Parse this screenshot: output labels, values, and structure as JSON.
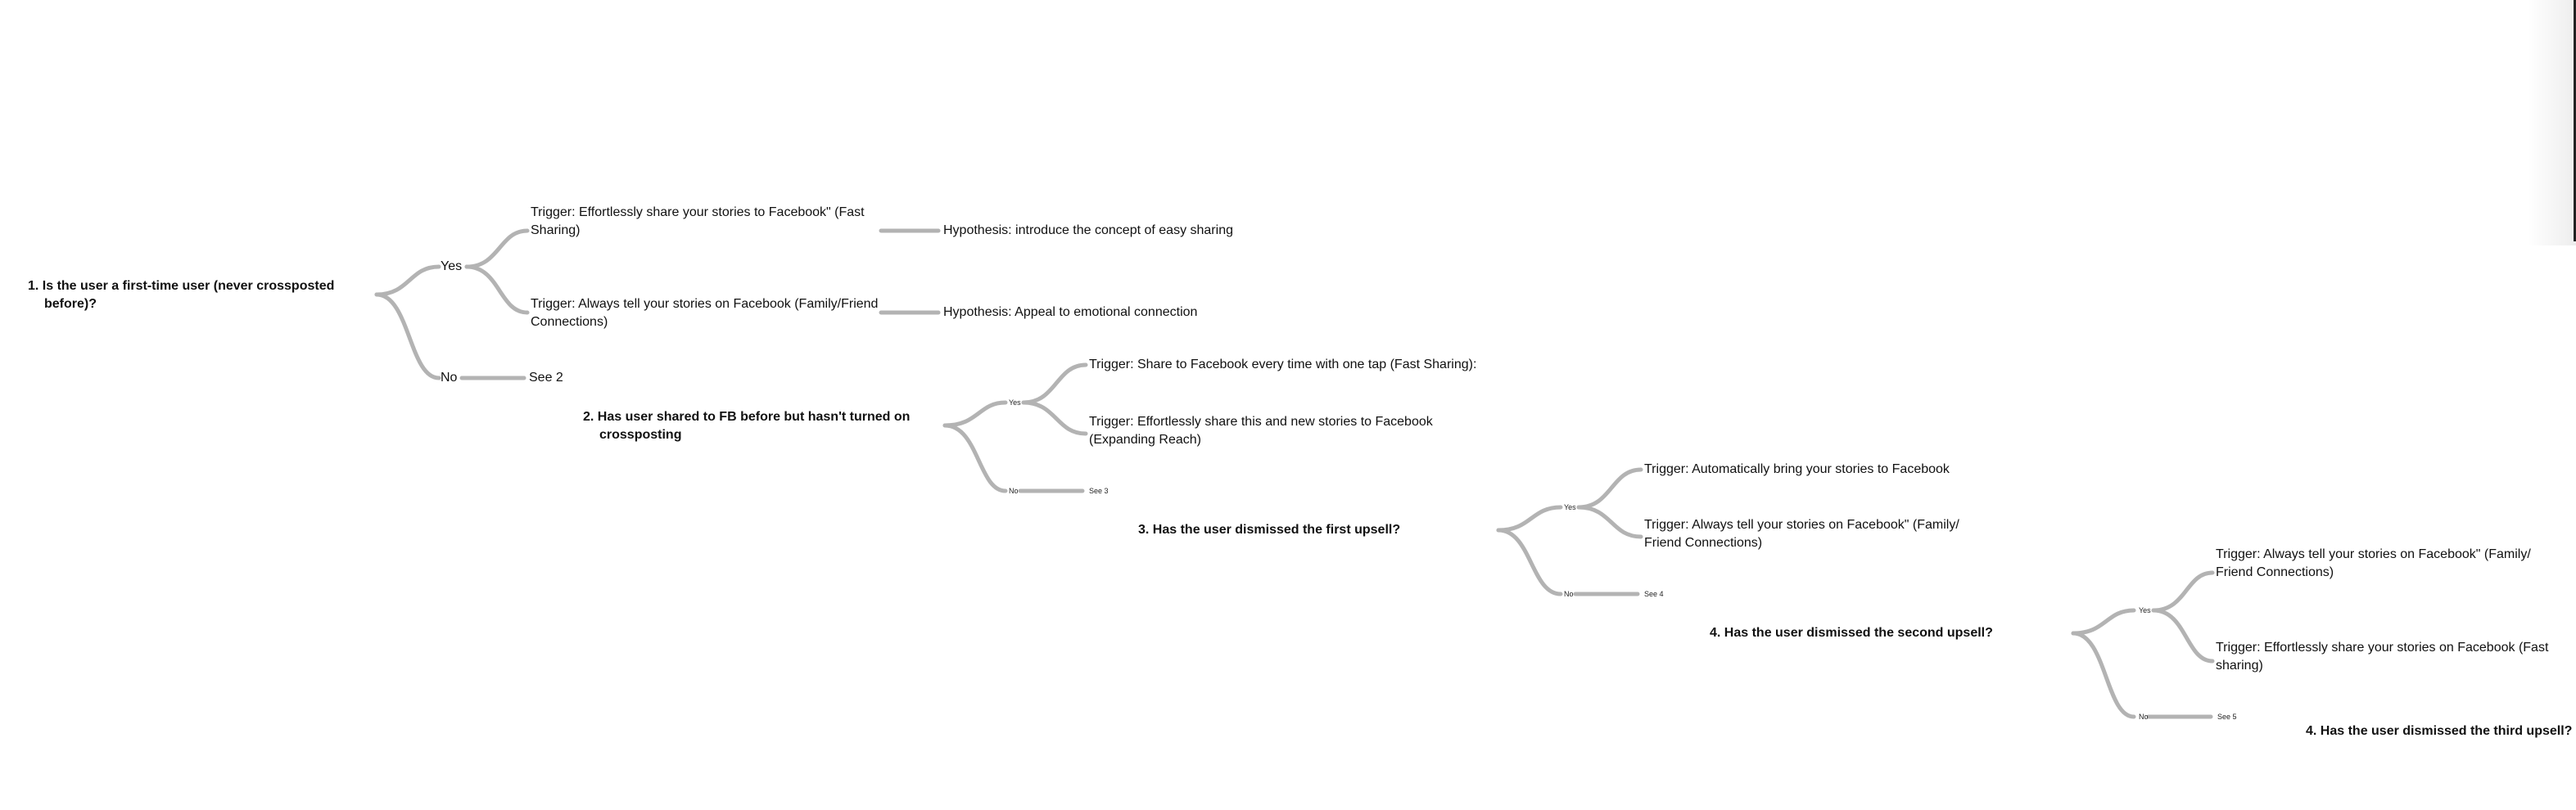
{
  "trees": [
    {
      "question": "1. Is the user a first-time user (never crossposted before)?",
      "yes_label": "Yes",
      "no_label": "No",
      "yes_triggers": [
        "Trigger: Effortlessly share your stories to Facebook\" (Fast Sharing)",
        "Trigger: Always tell your stories on Facebook (Family/Friend Connections)"
      ],
      "hypotheses": [
        "Hypothesis: introduce the concept of easy sharing",
        "Hypothesis: Appeal to emotional connection"
      ],
      "no_target": "See 2"
    },
    {
      "question": "2. Has user shared to FB before but hasn't turned on crossposting",
      "yes_label": "Yes",
      "no_label": "No",
      "yes_triggers": [
        "Trigger: Share to Facebook every time with one tap (Fast Sharing):",
        "Trigger: Effortlessly share this and new stories to Facebook (Expanding Reach)"
      ],
      "no_target": "See 3"
    },
    {
      "question": "3. Has the user dismissed the first upsell?",
      "yes_label": "Yes",
      "no_label": "No",
      "yes_triggers": [
        "Trigger: Automatically bring your stories to Facebook",
        "Trigger: Always tell your stories on Facebook\" (Family/ Friend Connections)"
      ],
      "no_target": "See 4"
    },
    {
      "question": "4. Has the user dismissed the second upsell?",
      "yes_label": "Yes",
      "no_label": "No",
      "yes_triggers": [
        "Trigger: Always tell your stories on Facebook\" (Family/ Friend Connections)",
        "Trigger: Effortlessly share your stories on Facebook (Fast sharing)"
      ],
      "no_target": "See 5"
    },
    {
      "question": "4. Has the user dismissed the third upsell?"
    }
  ],
  "colors": {
    "connector": "#b3b3b3",
    "text": "#111111"
  }
}
